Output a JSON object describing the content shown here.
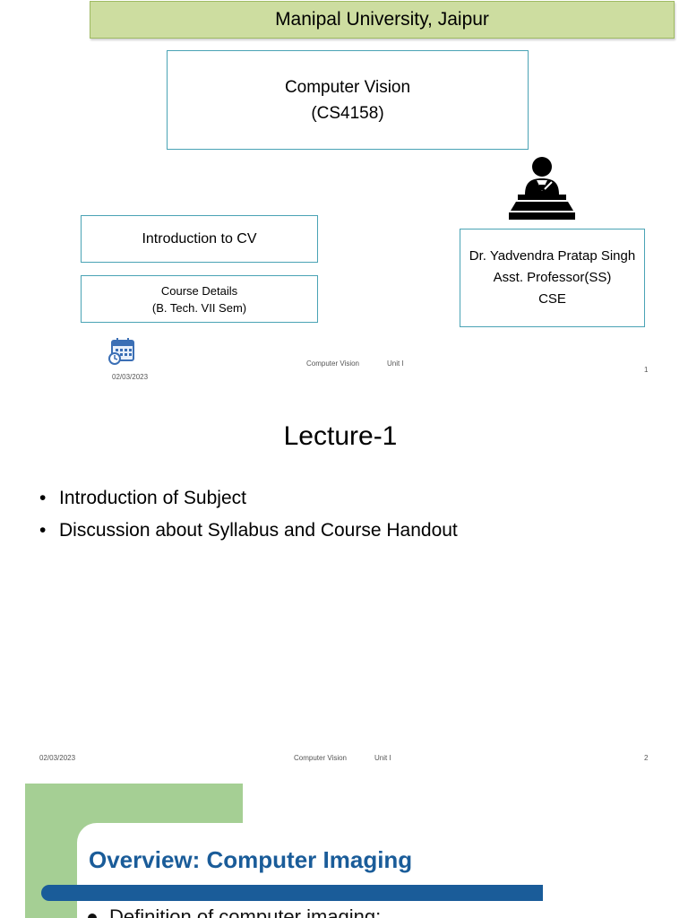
{
  "slide1": {
    "banner": "Manipal University, Jaipur",
    "course_name": "Computer Vision",
    "course_code": "(CS4158)",
    "intro": "Introduction to CV",
    "details_line1": "Course Details",
    "details_line2": "(B. Tech. VII Sem)",
    "prof_name": "Dr. Yadvendra Pratap Singh",
    "prof_title": "Asst. Professor(SS)",
    "prof_dept": "CSE",
    "footer": {
      "date": "02/03/2023",
      "course": "Computer Vision",
      "unit": "Unit I",
      "page": "1"
    },
    "icons": [
      "podium-speaker-icon",
      "calendar-icon"
    ]
  },
  "slide2": {
    "title": "Lecture-1",
    "bullets": [
      "Introduction of Subject",
      "Discussion about Syllabus and Course Handout"
    ],
    "footer": {
      "date": "02/03/2023",
      "course": "Computer Vision",
      "unit": "Unit I",
      "page": "2"
    }
  },
  "slide3": {
    "title": "Overview: Computer Imaging",
    "bullet": "Definition of computer imaging:"
  },
  "colors": {
    "banner_bg": "#cddda0",
    "box_border": "#4aa3b5",
    "slide3_green": "#a5cf94",
    "slide3_blue": "#1a5c99"
  }
}
